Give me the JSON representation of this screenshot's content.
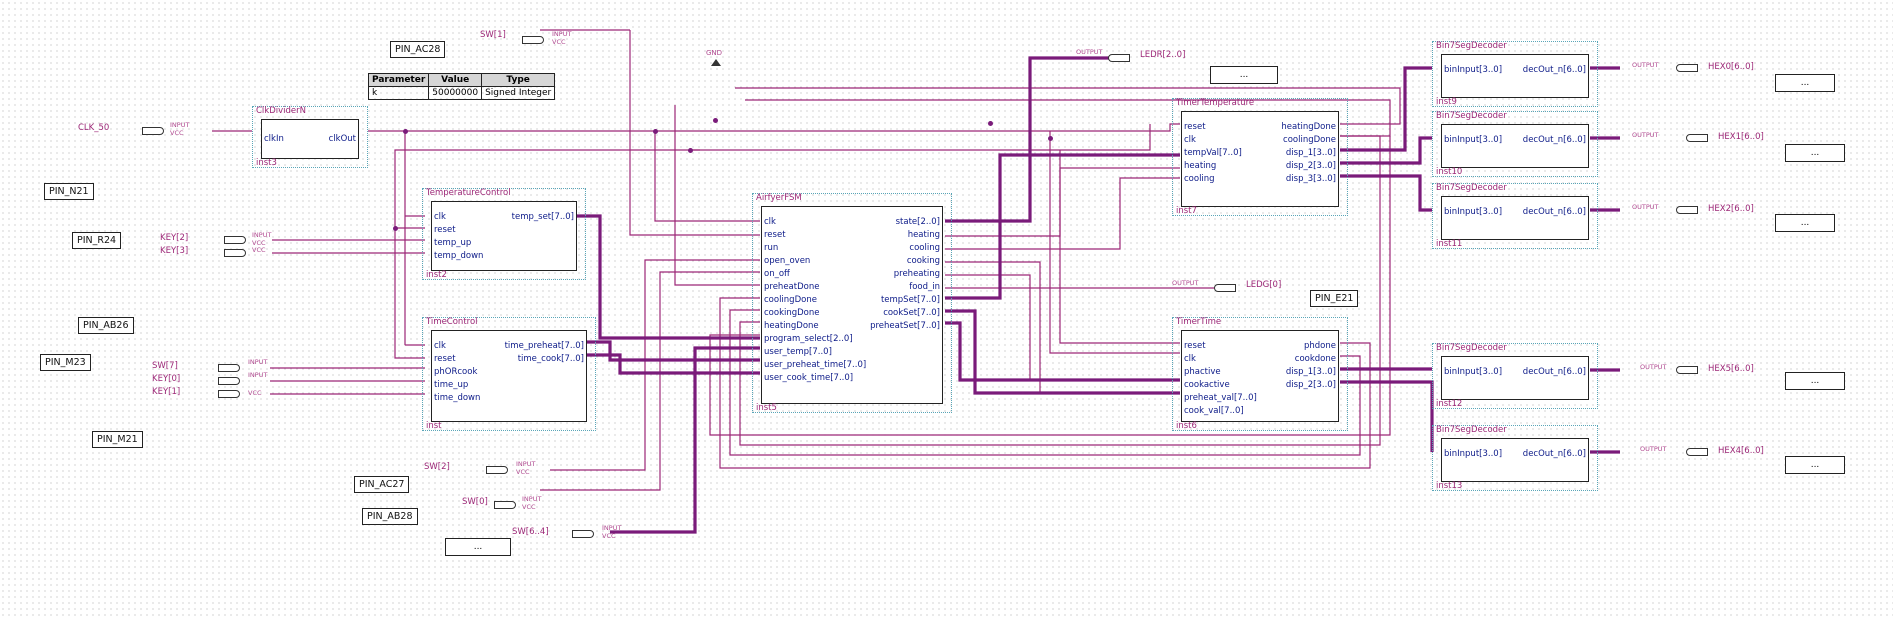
{
  "blocks": {
    "clkdiv": {
      "title": "ClkDividerN",
      "inst": "inst3",
      "in": [
        "clkIn"
      ],
      "out": [
        "clkOut"
      ]
    },
    "tempctrl": {
      "title": "TemperatureControl",
      "inst": "inst2",
      "in": [
        "clk",
        "reset",
        "temp_up",
        "temp_down"
      ],
      "out": [
        "temp_set[7..0]"
      ]
    },
    "timectrl": {
      "title": "TimeControl",
      "inst": "inst",
      "in": [
        "clk",
        "reset",
        "phORcook",
        "time_up",
        "time_down"
      ],
      "out": [
        "time_preheat[7..0]",
        "time_cook[7..0]"
      ]
    },
    "fsm": {
      "title": "AirfyerFSM",
      "inst": "inst5",
      "in": [
        "clk",
        "reset",
        "run",
        "open_oven",
        "on_off",
        "preheatDone",
        "coolingDone",
        "cookingDone",
        "heatingDone",
        "program_select[2..0]",
        "user_temp[7..0]",
        "user_preheat_time[7..0]",
        "user_cook_time[7..0]"
      ],
      "out": [
        "state[2..0]",
        "heating",
        "cooling",
        "cooking",
        "preheating",
        "food_in",
        "tempSet[7..0]",
        "cookSet[7..0]",
        "preheatSet[7..0]"
      ]
    },
    "timertemp": {
      "title": "TimerTemperature",
      "inst": "inst7",
      "in": [
        "reset",
        "clk",
        "tempVal[7..0]",
        "heating",
        "cooling"
      ],
      "out": [
        "heatingDone",
        "coolingDone",
        "disp_1[3..0]",
        "disp_2[3..0]",
        "disp_3[3..0]"
      ]
    },
    "timertime": {
      "title": "TimerTime",
      "inst": "inst6",
      "in": [
        "reset",
        "clk",
        "phactive",
        "cookactive",
        "preheat_val[7..0]",
        "cook_val[7..0]"
      ],
      "out": [
        "phdone",
        "cookdone",
        "disp_1[3..0]",
        "disp_2[3..0]"
      ]
    },
    "dec9": {
      "title": "Bin7SegDecoder",
      "inst": "inst9",
      "in": [
        "binInput[3..0]"
      ],
      "out": [
        "decOut_n[6..0]"
      ]
    },
    "dec10": {
      "title": "Bin7SegDecoder",
      "inst": "inst10",
      "in": [
        "binInput[3..0]"
      ],
      "out": [
        "decOut_n[6..0]"
      ]
    },
    "dec11": {
      "title": "Bin7SegDecoder",
      "inst": "inst11",
      "in": [
        "binInput[3..0]"
      ],
      "out": [
        "decOut_n[6..0]"
      ]
    },
    "dec12": {
      "title": "Bin7SegDecoder",
      "inst": "inst12",
      "in": [
        "binInput[3..0]"
      ],
      "out": [
        "decOut_n[6..0]"
      ]
    },
    "dec13": {
      "title": "Bin7SegDecoder",
      "inst": "inst13",
      "in": [
        "binInput[3..0]"
      ],
      "out": [
        "decOut_n[6..0]"
      ]
    }
  },
  "param_table": {
    "headers": [
      "Parameter",
      "Value",
      "Type"
    ],
    "row": [
      "k",
      "50000000",
      "Signed Integer"
    ]
  },
  "pin_boxes": {
    "ac28": "PIN_AC28",
    "n21": "PIN_N21",
    "r24": "PIN_R24",
    "ab26": "PIN_AB26",
    "m23": "PIN_M23",
    "m21": "PIN_M21",
    "ac27": "PIN_AC27",
    "ab28": "PIN_AB28",
    "e21": "PIN_E21",
    "dots": "..."
  },
  "signals": {
    "sw1": "SW[1]",
    "clk50": "CLK_50",
    "key2": "KEY[2]",
    "key3": "KEY[3]",
    "sw7": "SW[7]",
    "key0": "KEY[0]",
    "key1": "KEY[1]",
    "sw2": "SW[2]",
    "sw0": "SW[0]",
    "sw64": "SW[6..4]",
    "ledr": "LEDR[2..0]",
    "ledg": "LEDG[0]",
    "hex0": "HEX0[6..0]",
    "hex1": "HEX1[6..0]",
    "hex2": "HEX2[6..0]",
    "hex5": "HEX5[6..0]",
    "hex4": "HEX4[6..0]"
  },
  "pin_labels": {
    "input": "INPUT",
    "vcc": "VCC",
    "output": "OUTPUT",
    "gnd": "GND"
  }
}
